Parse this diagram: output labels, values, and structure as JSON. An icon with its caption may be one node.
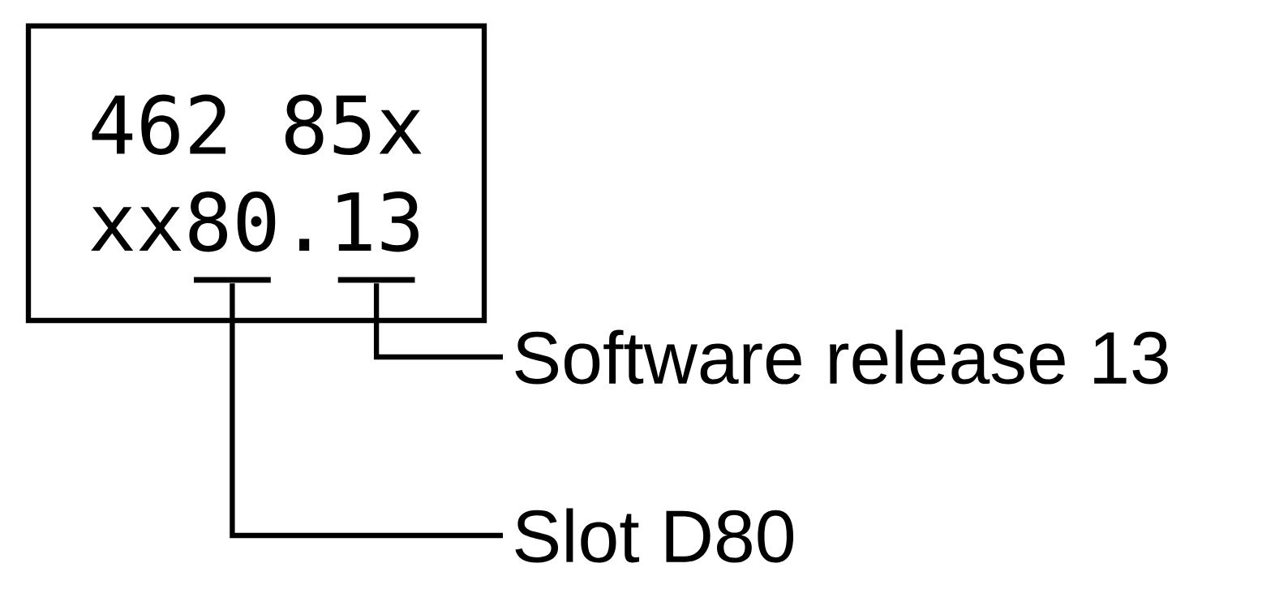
{
  "diagram": {
    "nodes": [
      {
        "text": [
          "462 85x",
          "xx80.13"
        ]
      },
      {
        "text": [],
        "shape": "bar",
        "in": 0
      },
      {
        "text": [],
        "shape": "bar",
        "in": 0
      },
      {
        "text": [
          "Software release 13"
        ]
      },
      {
        "text": [
          "Slot D80"
        ]
      }
    ],
    "edges": [
      {
        "from": 3,
        "to": 2,
        "arrow": "none"
      },
      {
        "from": 4,
        "to": 1,
        "arrow": "none"
      }
    ]
  }
}
